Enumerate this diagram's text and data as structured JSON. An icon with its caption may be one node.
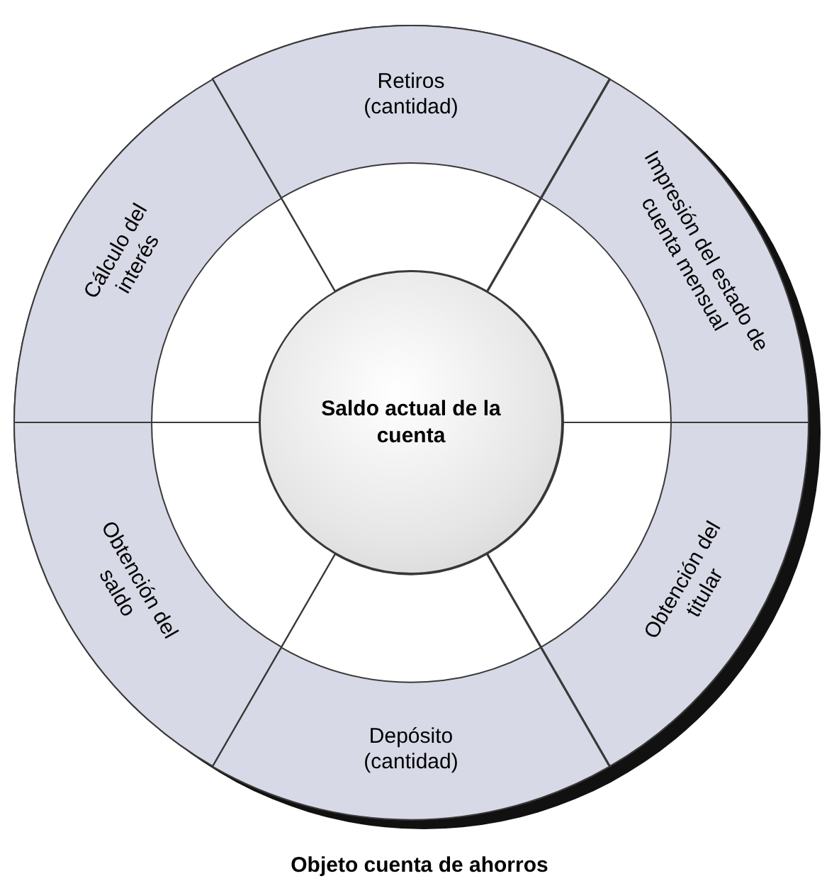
{
  "diagram": {
    "caption": "Objeto cuenta de ahorros",
    "nodes": [
      {
        "text": [
          "Retiros (cantidad)"
        ]
      },
      {
        "text": [
          "Cálculo del interés"
        ]
      },
      {
        "text": [
          "Impresión del estado de cuenta mensual"
        ]
      },
      {
        "text": [
          "Saldo actual de la cuenta"
        ]
      },
      {
        "text": [
          "Obtención del saldo"
        ]
      },
      {
        "text": [
          "Obtención del titular"
        ]
      },
      {
        "text": [
          "Depósito (cantidad)"
        ]
      }
    ]
  }
}
